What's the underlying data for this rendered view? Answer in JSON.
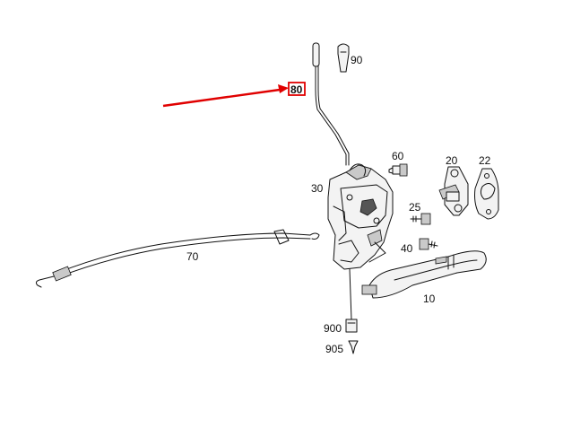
{
  "diagram": {
    "highlight_color": "#e00000",
    "highlighted_label": "80",
    "callouts": [
      {
        "id": "c80",
        "label": "80",
        "highlighted": true
      },
      {
        "id": "c90",
        "label": "90"
      },
      {
        "id": "c60",
        "label": "60"
      },
      {
        "id": "c20",
        "label": "20"
      },
      {
        "id": "c22",
        "label": "22"
      },
      {
        "id": "c30",
        "label": "30"
      },
      {
        "id": "c25",
        "label": "25"
      },
      {
        "id": "c40",
        "label": "40"
      },
      {
        "id": "c70",
        "label": "70"
      },
      {
        "id": "c10",
        "label": "10"
      },
      {
        "id": "c900",
        "label": "900"
      },
      {
        "id": "c905",
        "label": "905"
      }
    ]
  }
}
